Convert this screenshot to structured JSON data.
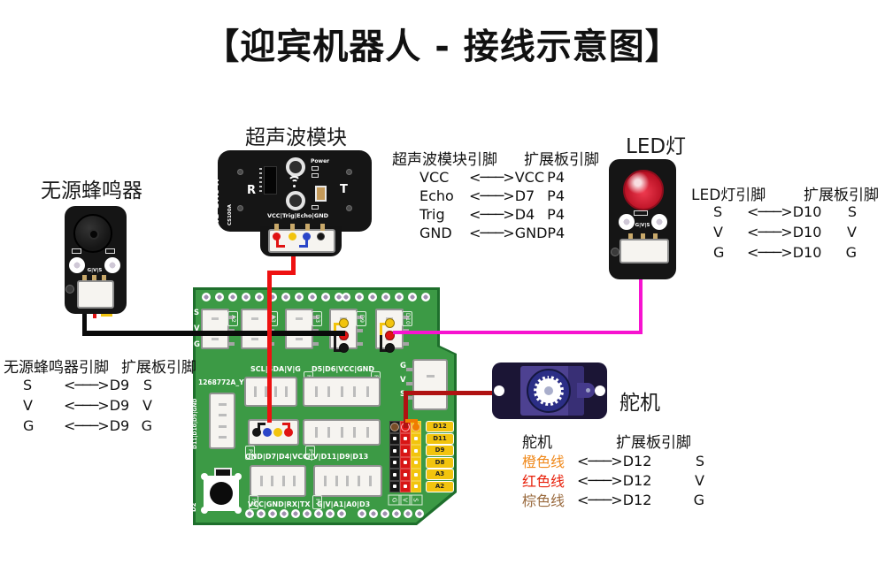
{
  "title": "【迎宾机器人 - 接线示意图】",
  "arrow": "<───>",
  "buzzer": {
    "label": "无源蜂鸣器",
    "pins_silk": "G|V|S"
  },
  "ultrasonic": {
    "label": "超声波模块",
    "model": "HS-SR04P",
    "model_sub": "CS100A",
    "left_mark": "R",
    "right_mark": "T",
    "power_silk": "Power",
    "pins_silk": "VCC|Trig|Echo|GND"
  },
  "led": {
    "label": "LED灯",
    "pins_silk": "G|V|S"
  },
  "servo": {
    "label": "舵机"
  },
  "board": {
    "silkscreen": "1268772A_Y51",
    "left_rail": [
      "S",
      "V",
      "G"
    ],
    "right_rail": [
      "G",
      "V",
      "S"
    ],
    "top_ports": [
      "A2",
      "A3",
      "D3",
      "D9",
      "D10"
    ],
    "port_labels": {
      "p2_tag": "P2",
      "p2": "SCL|SDA|V|G",
      "p3_tag": "P3",
      "p3": "D5|D6|VCC|GND",
      "p4_tag": "P4",
      "p4": "GND|D7|D4|VCC",
      "p5_tag": "P5",
      "p5": "G|V|D11|D9|D13",
      "p6_tag": "P6",
      "p6": "VCC|GND|RX|TX",
      "p7_tag": "P7",
      "p7": "G|V|A1|A0|D3"
    },
    "side_connector_label": "D11|D10|D9|GND",
    "button_label": "D2",
    "header_rows": [
      "D12",
      "D11",
      "D9",
      "D8",
      "A3",
      "A2"
    ],
    "header_cols": [
      "G",
      "V",
      "S"
    ]
  },
  "tables": {
    "ultrasonic": {
      "col1": "超声波模块引脚",
      "col2": "扩展板引脚",
      "rows": [
        {
          "from": "VCC",
          "to": "VCC",
          "pin": "P4"
        },
        {
          "from": "Echo",
          "to": "D7",
          "pin": "P4"
        },
        {
          "from": "Trig",
          "to": "D4",
          "pin": "P4"
        },
        {
          "from": "GND",
          "to": "GND",
          "pin": "P4"
        }
      ]
    },
    "led": {
      "col1": "LED灯引脚",
      "col2": "扩展板引脚",
      "rows": [
        {
          "from": "S",
          "to": "D10",
          "pin": "S"
        },
        {
          "from": "V",
          "to": "D10",
          "pin": "V"
        },
        {
          "from": "G",
          "to": "D10",
          "pin": "G"
        }
      ]
    },
    "buzzer": {
      "col1": "无源蜂鸣器引脚",
      "col2": "扩展板引脚",
      "rows": [
        {
          "from": "S",
          "to": "D9",
          "pin": "S"
        },
        {
          "from": "V",
          "to": "D9",
          "pin": "V"
        },
        {
          "from": "G",
          "to": "D9",
          "pin": "G"
        }
      ]
    },
    "servo": {
      "col1": "舵机",
      "col2": "扩展板引脚",
      "rows": [
        {
          "from": "橙色线",
          "to": "D12",
          "pin": "S",
          "color": "#f08a1d"
        },
        {
          "from": "红色线",
          "to": "D12",
          "pin": "V",
          "color": "#e8200a"
        },
        {
          "from": "棕色线",
          "to": "D12",
          "pin": "G",
          "color": "#9a6b3f"
        }
      ]
    }
  },
  "colors": {
    "board_green": "#3c9a45",
    "wire_black": "#0a0a0a",
    "wire_red": "#ee1111",
    "wire_magenta": "#f712d0",
    "wire_dark_red": "#b01212",
    "wire_yellow": "#f2c40e",
    "wire_orange": "#ef7d00",
    "wire_brown": "#7a4e28",
    "wire_blue": "#2b46c8"
  }
}
